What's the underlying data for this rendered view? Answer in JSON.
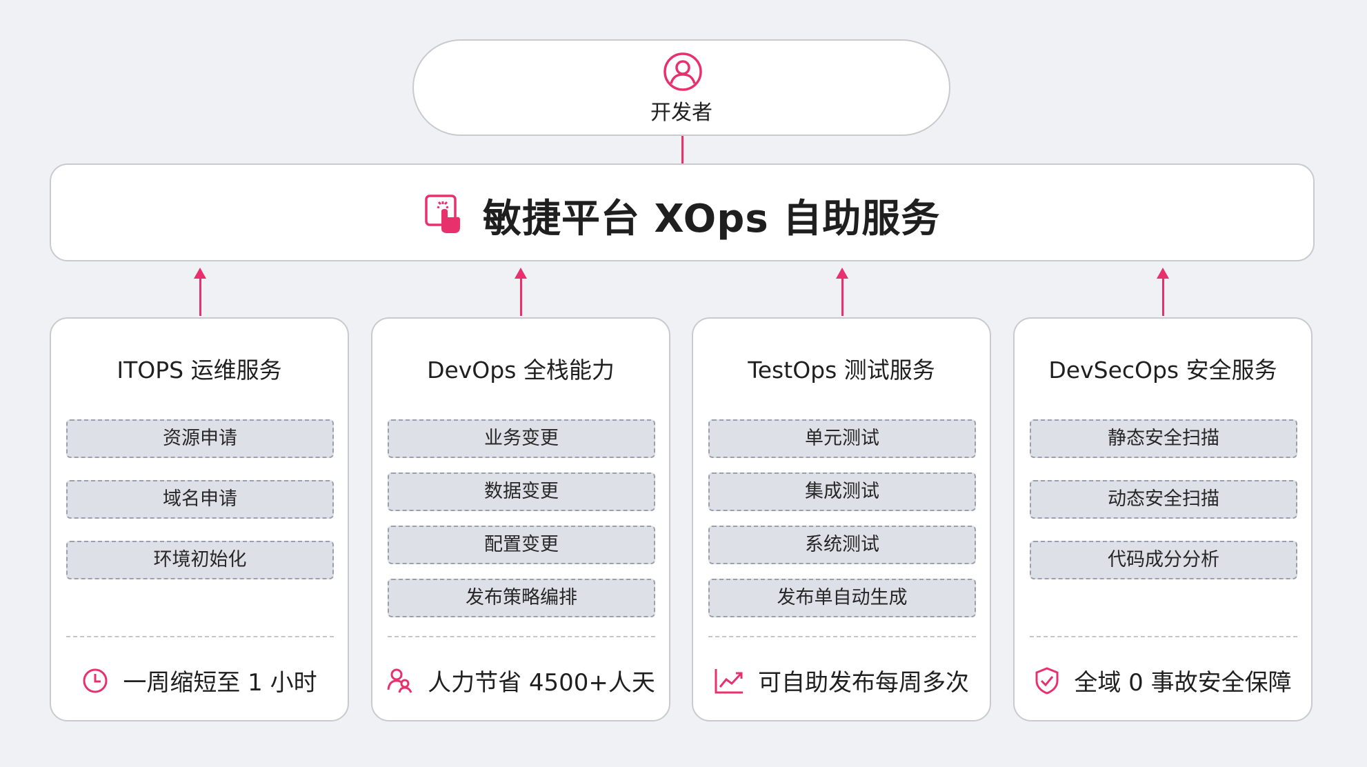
{
  "developer": {
    "label": "开发者",
    "icon": "user-circle-icon"
  },
  "platform": {
    "title": "敏捷平台 XOps 自助服务",
    "icon": "touch-screen-icon"
  },
  "accent_color": "#e8306d",
  "cards": [
    {
      "title": "ITOPS 运维服务",
      "items": [
        "资源申请",
        "域名申请",
        "环境初始化"
      ],
      "metric": "一周缩短至 1 小时",
      "metric_icon": "clock-icon"
    },
    {
      "title": "DevOps 全栈能力",
      "items": [
        "业务变更",
        "数据变更",
        "配置变更",
        "发布策略编排"
      ],
      "metric": "人力节省 4500+人天",
      "metric_icon": "people-icon"
    },
    {
      "title": "TestOps 测试服务",
      "items": [
        "单元测试",
        "集成测试",
        "系统测试",
        "发布单自动生成"
      ],
      "metric": "可自助发布每周多次",
      "metric_icon": "trend-chart-icon"
    },
    {
      "title": "DevSecOps 安全服务",
      "items": [
        "静态安全扫描",
        "动态安全扫描",
        "代码成分分析"
      ],
      "metric": "全域 0 事故安全保障",
      "metric_icon": "shield-check-icon"
    }
  ]
}
